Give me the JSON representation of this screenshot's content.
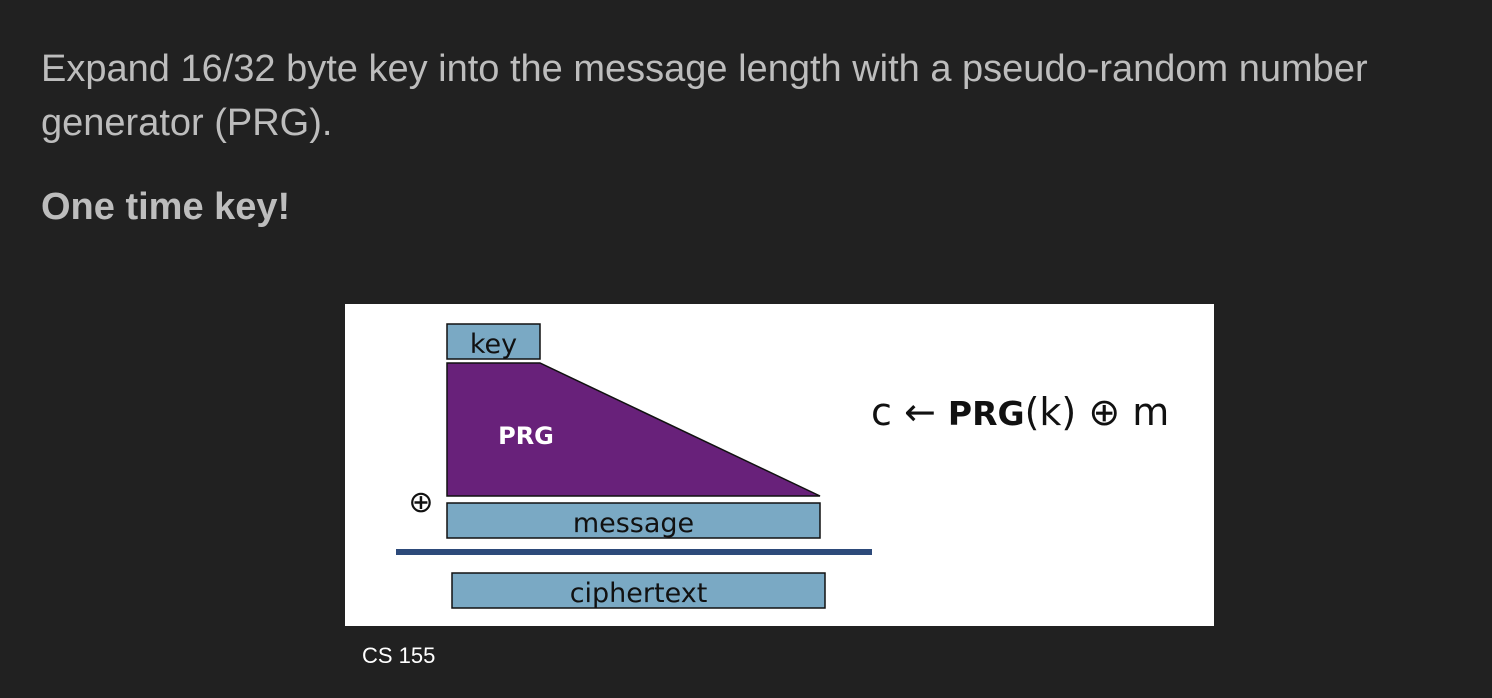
{
  "text": {
    "intro": "Expand 16/32 byte key into the message length with a pseudo-random number generator (PRG).",
    "emphasis": "One time key!",
    "caption": "CS 155"
  },
  "diagram": {
    "key_label": "key",
    "prg_label": "PRG",
    "xor_symbol": "⊕",
    "message_label": "message",
    "ciphertext_label": "ciphertext",
    "formula": {
      "lhs": "c ← ",
      "func": "PRG",
      "rhs": "(k) ⊕ m"
    }
  },
  "colors": {
    "background": "#212121",
    "text": "#bdbdbd",
    "box_fill": "#7aa9c4",
    "prg_fill": "#68217a",
    "rule": "#2d4a7a"
  }
}
